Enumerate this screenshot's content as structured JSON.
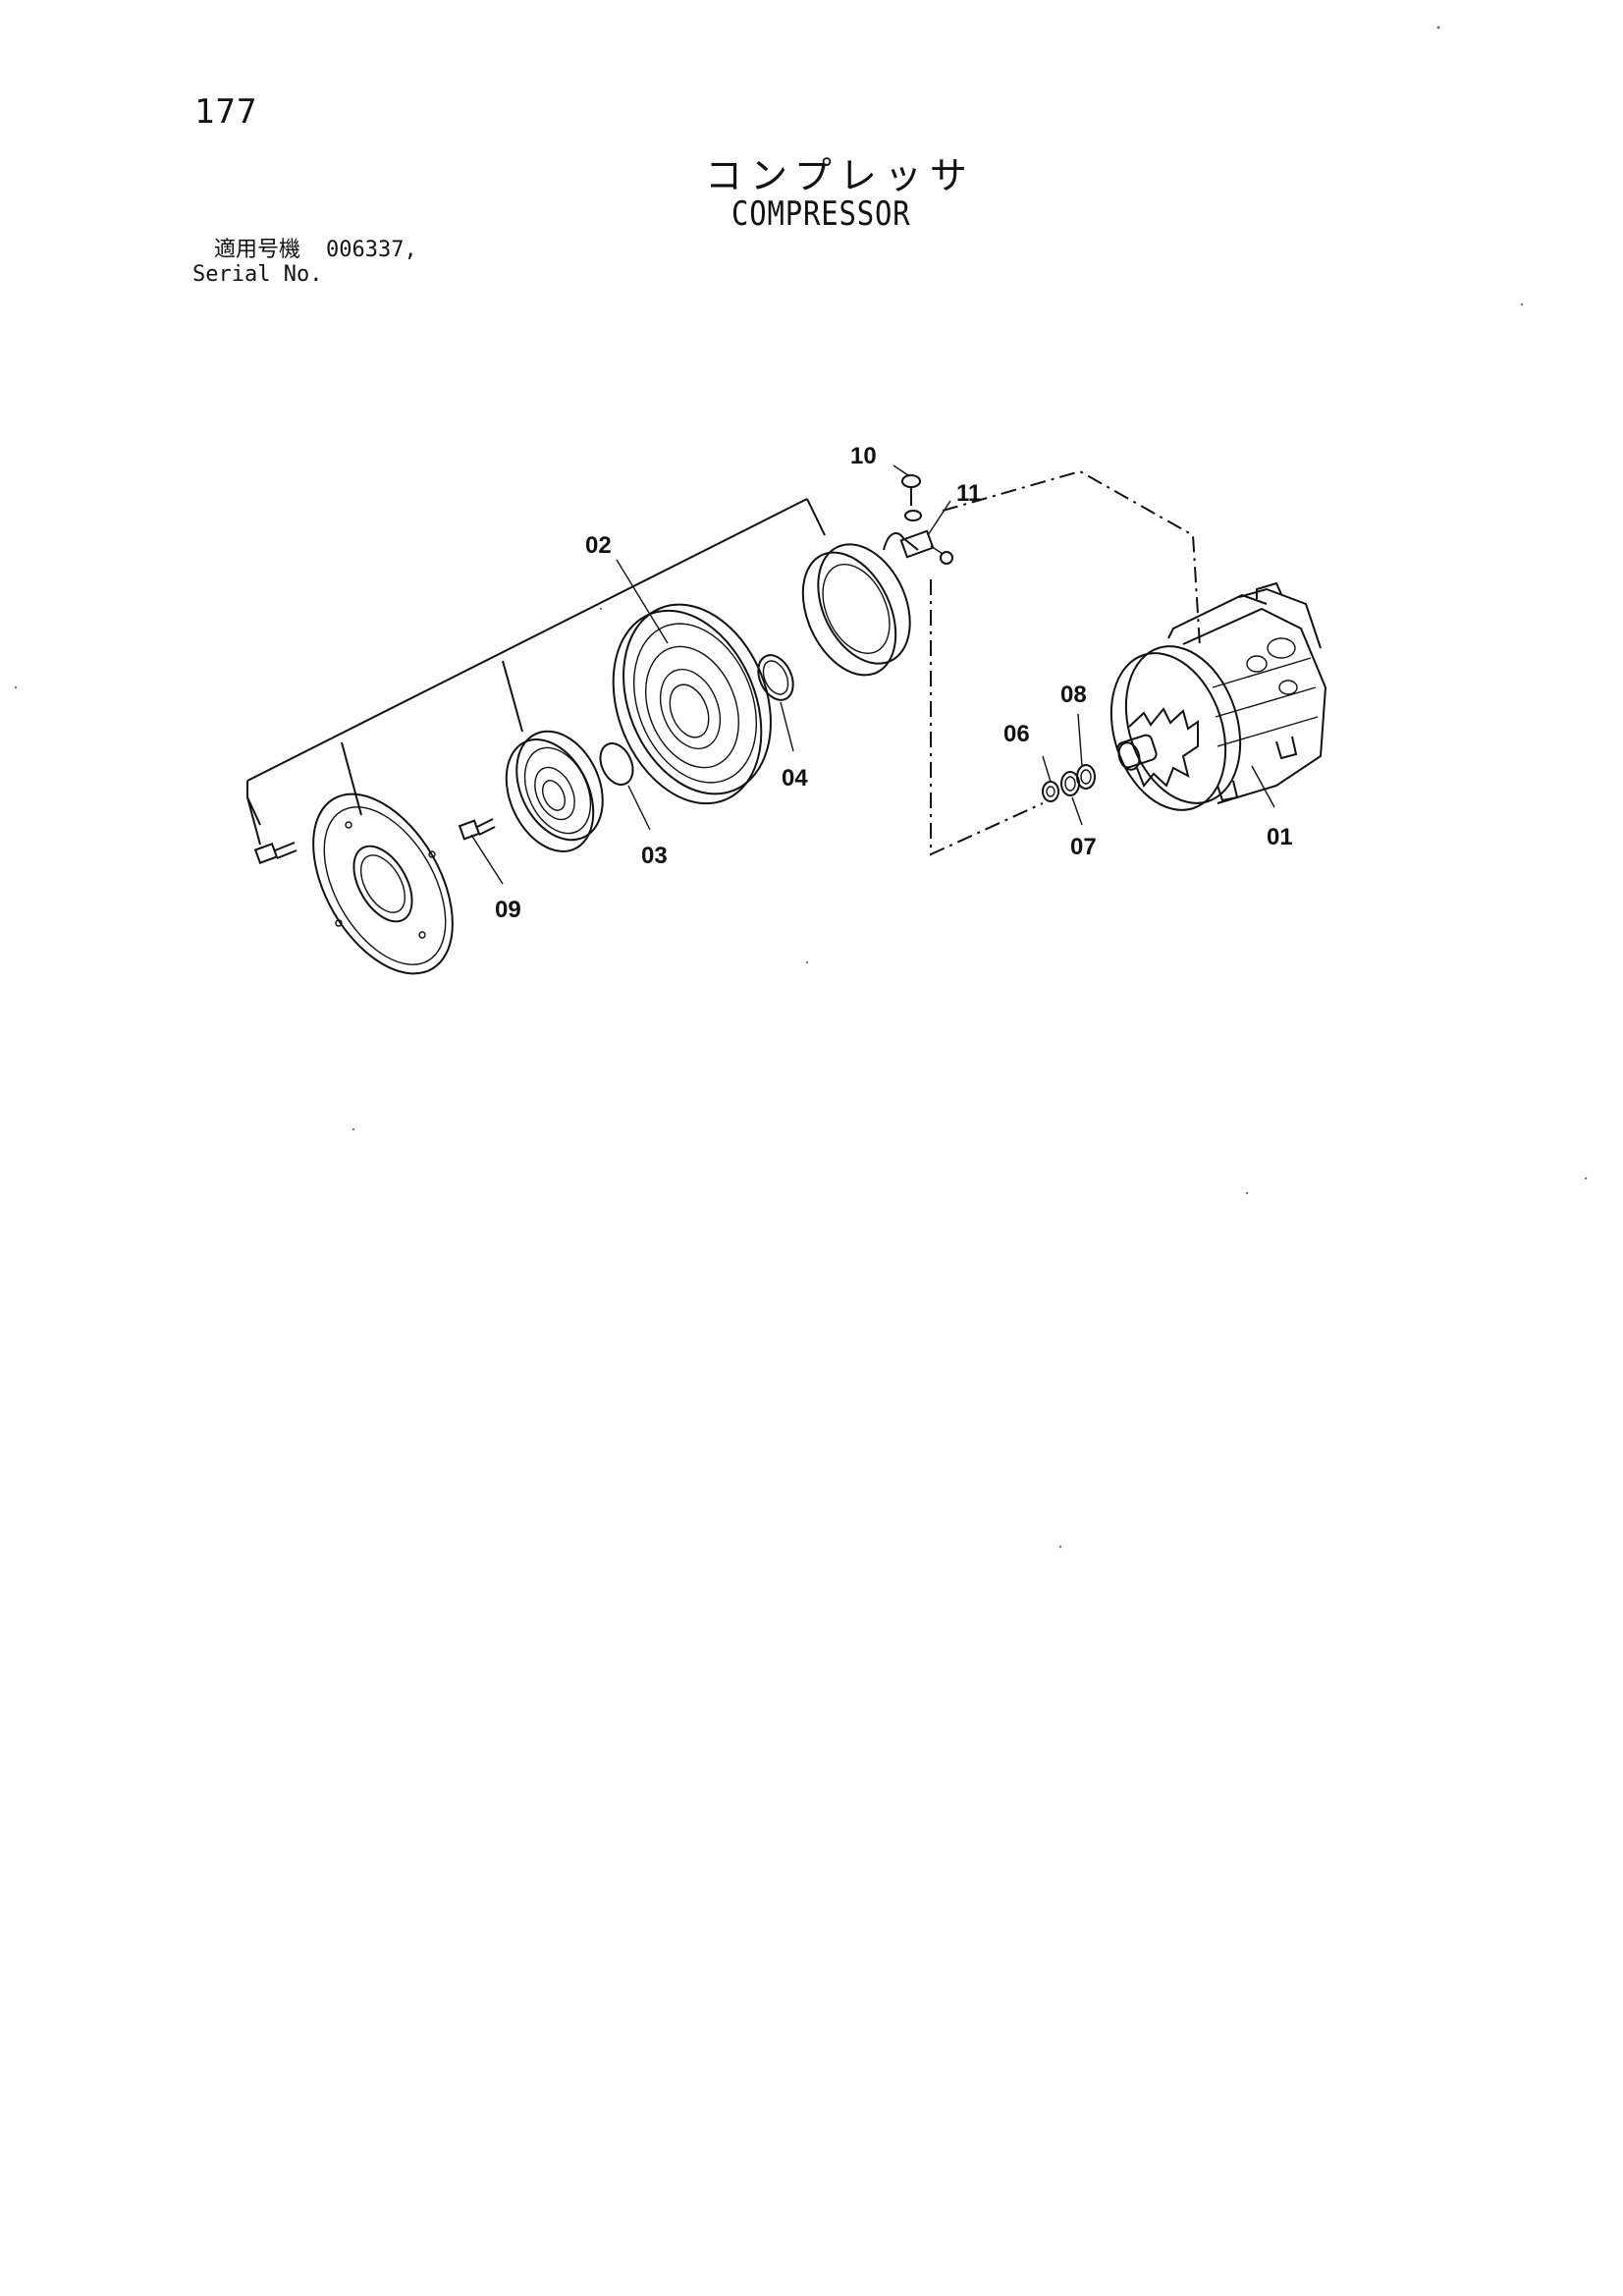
{
  "page": {
    "number": "177",
    "title_jp": "コンプレッサ",
    "title_en": "COMPRESSOR",
    "serial_label_jp": "適用号機",
    "serial_value": "006337,",
    "serial_label_en": "Serial No."
  },
  "callouts": {
    "c01": "01",
    "c02": "02",
    "c03": "03",
    "c04": "04",
    "c06": "06",
    "c07": "07",
    "c08": "08",
    "c09": "09",
    "c10": "10",
    "c11": "11"
  }
}
